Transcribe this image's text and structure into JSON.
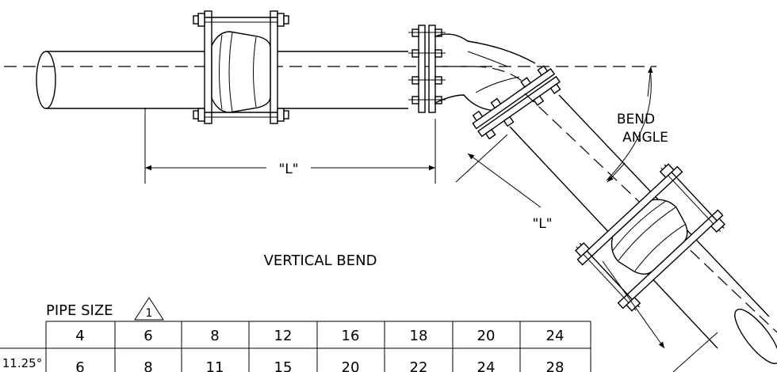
{
  "diagram": {
    "title": "VERTICAL BEND",
    "dimension_label_horizontal": "\"L\"",
    "dimension_label_angled": "\"L\"",
    "bend_angle_label_line1": "BEND",
    "bend_angle_label_line2": "ANGLE"
  },
  "table": {
    "heading": "PIPE SIZE",
    "note_marker": "1",
    "row_label": "11.25°",
    "pipe_sizes": [
      "4",
      "6",
      "8",
      "12",
      "16",
      "18",
      "20",
      "24"
    ],
    "values": [
      "6",
      "8",
      "11",
      "15",
      "20",
      "22",
      "24",
      "28"
    ]
  }
}
